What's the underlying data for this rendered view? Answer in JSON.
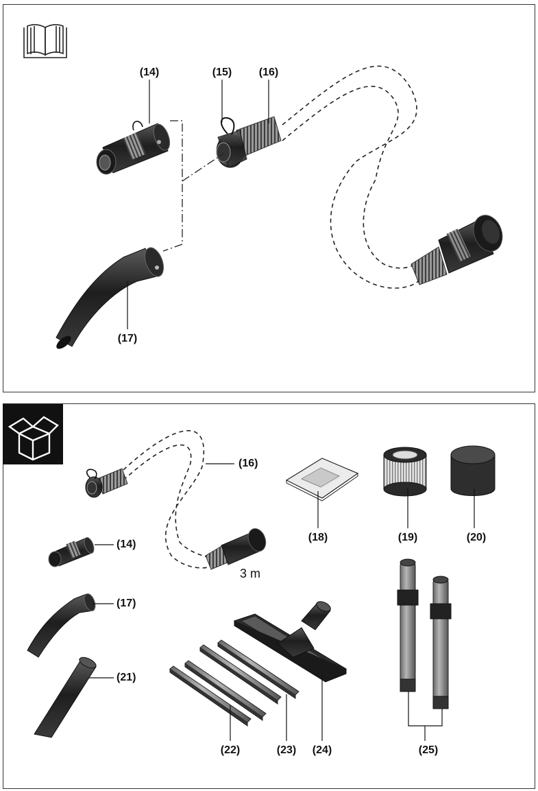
{
  "top_panel": {
    "labels": {
      "part_14": "(14)",
      "part_15": "(15)",
      "part_16": "(16)",
      "part_17": "(17)"
    }
  },
  "bottom_panel": {
    "labels": {
      "part_16": "(16)",
      "part_14": "(14)",
      "part_17": "(17)",
      "part_21": "(21)",
      "part_18": "(18)",
      "part_19": "(19)",
      "part_20": "(20)",
      "part_22": "(22)",
      "part_23": "(23)",
      "part_24": "(24)",
      "part_25": "(25)"
    },
    "hose_length": "3 m"
  },
  "icons": [
    "manual-book-icon",
    "box-contents-icon"
  ]
}
